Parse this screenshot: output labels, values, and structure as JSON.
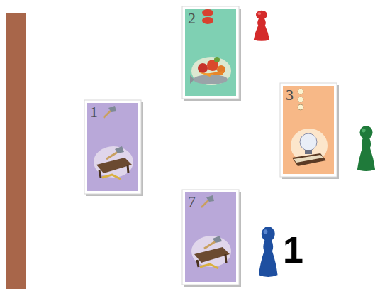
{
  "diagram": {
    "nodes": [
      {
        "text": [
          "2"
        ]
      },
      {
        "text": [
          "3"
        ]
      },
      {
        "text": [
          "1"
        ]
      },
      {
        "text": [
          "7"
        ]
      }
    ],
    "labels": [
      "1"
    ]
  }
}
